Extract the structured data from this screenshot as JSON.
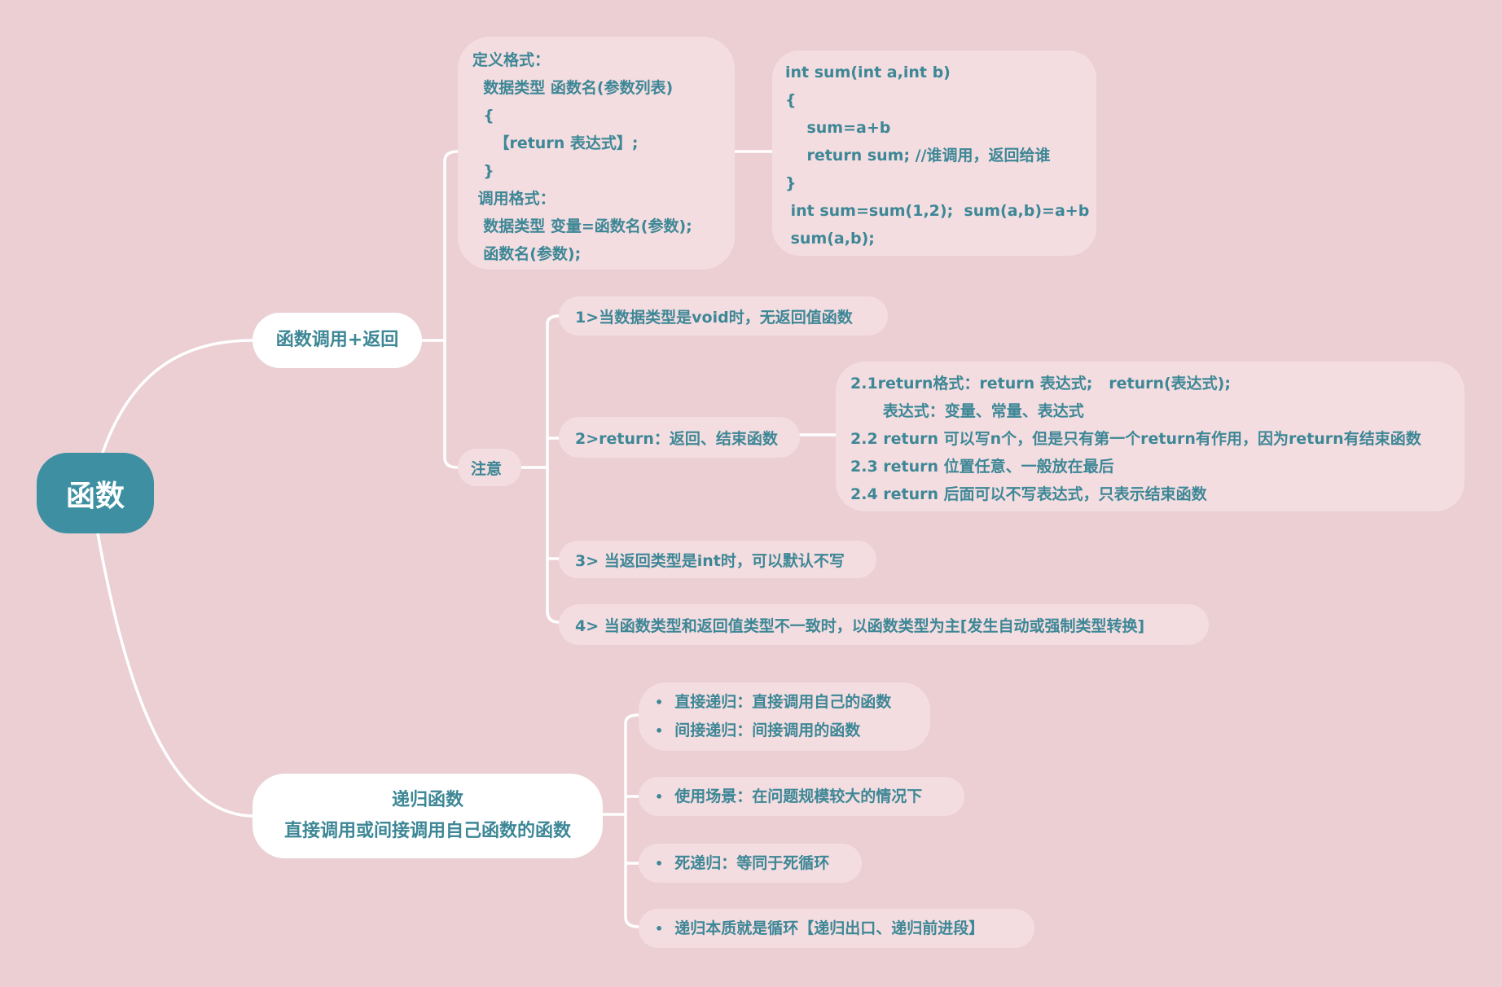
{
  "root": {
    "label": "函数"
  },
  "call_branch": {
    "label": "函数调用+返回",
    "definition_box": "定义格式：\n  数据类型 函数名(参数列表)\n  {\n    【return 表达式】;\n  }\n 调用格式：\n  数据类型 变量=函数名(参数);\n  函数名(参数);",
    "example_box": "int sum(int a,int b)\n{\n    sum=a+b\n    return sum; //谁调用，返回给谁\n}\n int sum=sum(1,2);  sum(a,b)=a+b\n sum(a,b);",
    "note": {
      "label": "注意",
      "items": [
        "1>当数据类型是void时，无返回值函数",
        "2>return：返回、结束函数",
        "3> 当返回类型是int时，可以默认不写",
        "4> 当函数类型和返回值类型不一致时，以函数类型为主[发生自动或强制类型转换]"
      ],
      "return_detail": "2.1return格式：return 表达式;   return(表达式);\n      表达式：变量、常量、表达式\n2.2 return 可以写n个，但是只有第一个return有作用，因为return有结束函数\n2.3 return 位置任意、一般放在最后\n2.4 return 后面可以不写表达式，只表示结束函数"
    }
  },
  "recursion_branch": {
    "title": "递归函数",
    "subtitle": "直接调用或间接调用自己函数的函数",
    "items": [
      [
        "直接递归：直接调用自己的函数",
        "间接递归：间接调用的函数"
      ],
      [
        "使用场景：在问题规模较大的情况下"
      ],
      [
        "死递归：等同于死循环"
      ],
      [
        "递归本质就是循环【递归出口、递归前进段】"
      ]
    ]
  },
  "colors": {
    "background": "#ebcfd3",
    "root_fill": "#3d8fa1",
    "main_fill": "#ffffff",
    "sub_fill": "#f4dde0",
    "text": "#3d8796",
    "connector": "#ffffff"
  }
}
